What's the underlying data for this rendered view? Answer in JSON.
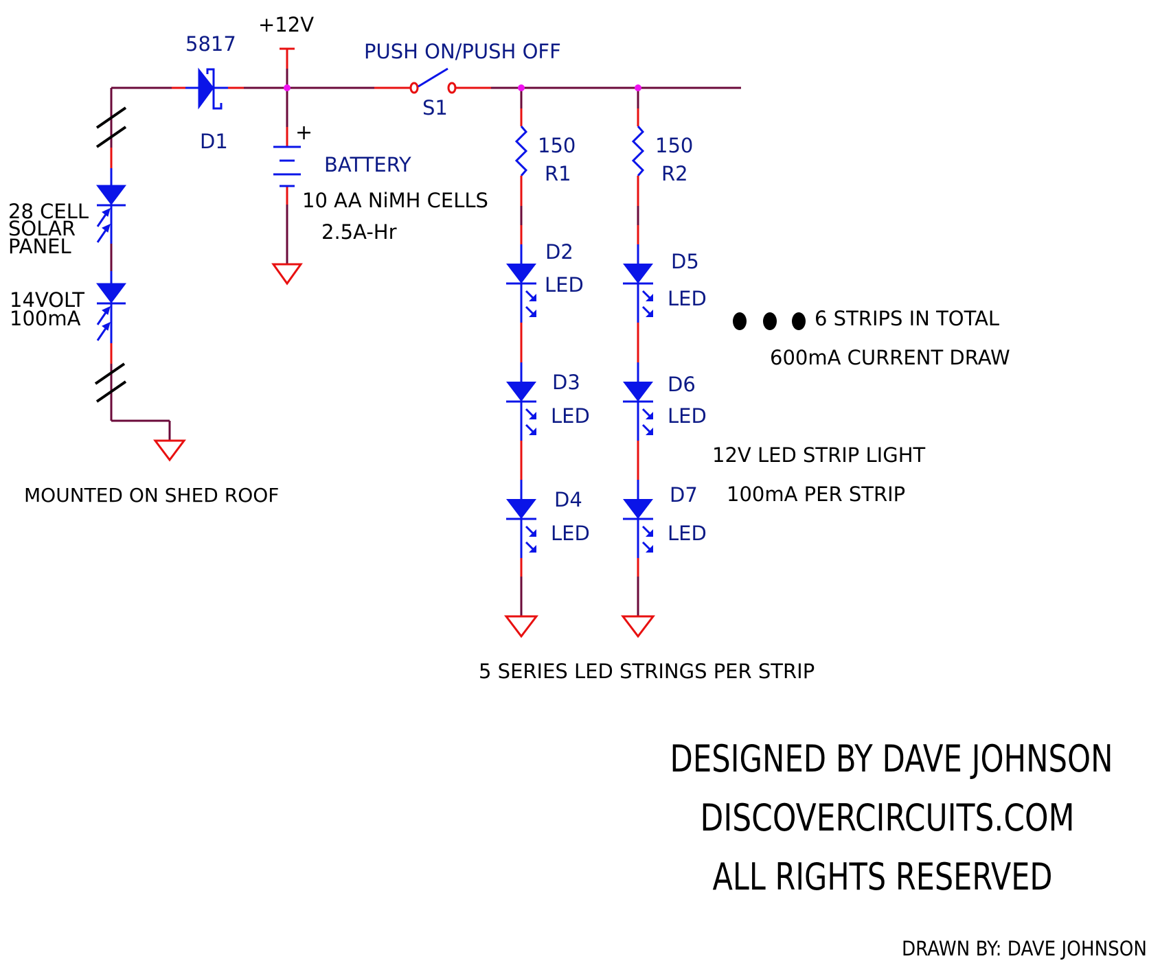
{
  "colors": {
    "wire": "#6b0a3a",
    "pin": "#e81010",
    "symbol": "#0a14e8",
    "junction": "#f010f0",
    "label_component": "#0c1a86",
    "label_note": "#000000"
  },
  "solar_panel": {
    "line1": "28 CELL",
    "line2": "SOLAR",
    "line3": "PANEL",
    "spec1": "14VOLT",
    "spec2": "100mA",
    "mount_note": "MOUNTED ON SHED ROOF"
  },
  "d1": {
    "part": "5817",
    "ref": "D1"
  },
  "supply": {
    "label": "+12V"
  },
  "battery": {
    "polarity": "+",
    "name": "BATTERY",
    "cells": "10 AA NiMH CELLS",
    "capacity": "2.5A-Hr"
  },
  "switch": {
    "type": "PUSH ON/PUSH OFF",
    "ref": "S1"
  },
  "strips": [
    {
      "resistor": {
        "value": "150",
        "ref": "R1"
      },
      "leds": [
        {
          "ref": "D2",
          "type": "LED"
        },
        {
          "ref": "D3",
          "type": "LED"
        },
        {
          "ref": "D4",
          "type": "LED"
        }
      ]
    },
    {
      "resistor": {
        "value": "150",
        "ref": "R2"
      },
      "leds": [
        {
          "ref": "D5",
          "type": "LED"
        },
        {
          "ref": "D6",
          "type": "LED"
        },
        {
          "ref": "D7",
          "type": "LED"
        }
      ]
    }
  ],
  "notes": {
    "strips_total": "6 STRIPS IN TOTAL",
    "current_draw": "600mA CURRENT DRAW",
    "strip_light": "12V LED STRIP LIGHT",
    "per_strip": "100mA PER STRIP",
    "series_strings": "5 SERIES LED STRINGS PER STRIP"
  },
  "credits": {
    "designed_by": "DESIGNED BY DAVE JOHNSON",
    "site": "DISCOVERCIRCUITS.COM",
    "rights": "ALL RIGHTS RESERVED",
    "drawn_by": "DRAWN BY: DAVE JOHNSON"
  }
}
